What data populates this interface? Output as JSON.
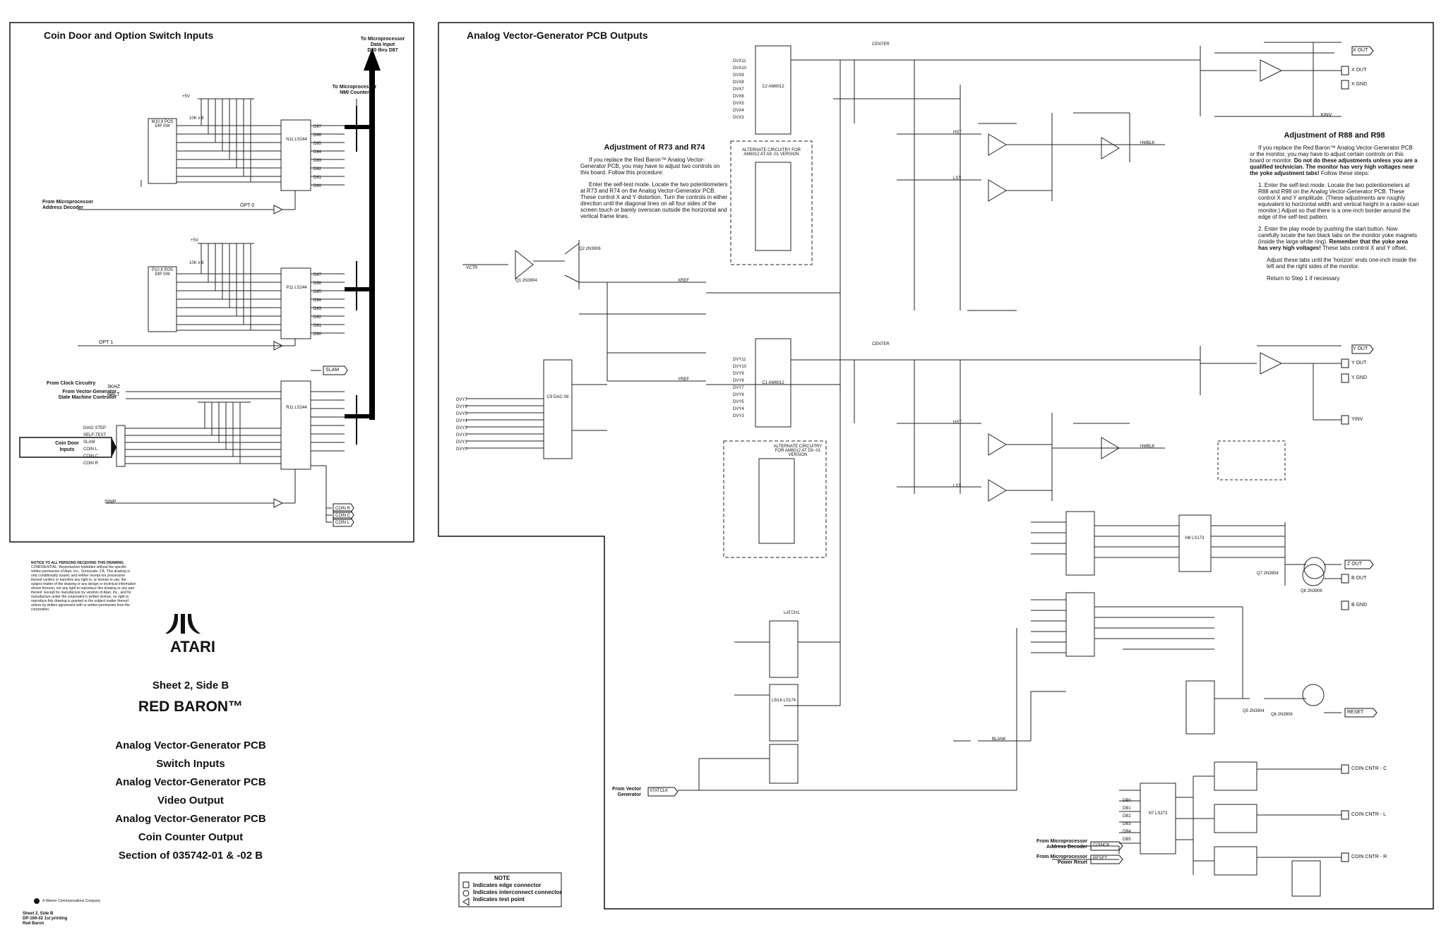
{
  "left_panel": {
    "title": "Coin Door and Option Switch Inputs",
    "to_data_input": [
      "To Microprocessor",
      "Data Input",
      "D80 thru D87"
    ],
    "to_nmi": [
      "To Microprocessor",
      "NMI Counter"
    ],
    "from_address_decoder": [
      "From Microprocessor",
      "Address Decoder"
    ],
    "from_clock": "From Clock Circuitry",
    "from_state_machine": [
      "From Vector-Generator",
      "State Machine Controller"
    ],
    "coin_door_inputs": [
      "Coin Door",
      "Inputs"
    ],
    "signals": {
      "opt0": "OPT 0",
      "opt1": "OPT 1",
      "sinp": "SINP",
      "three_khz": "3KHZ",
      "halt": "HALT",
      "slam": "SLAM",
      "coin_lines": [
        "COIN R",
        "COIN C",
        "COIN L"
      ],
      "diag_inputs": [
        "DIAG STEP",
        "SELF-TEST",
        "SLAM",
        "COIN L",
        "COIN C",
        "COIN R"
      ],
      "data_outputs": [
        "D87",
        "D86",
        "D85",
        "D84",
        "D83",
        "D82",
        "D81",
        "D80"
      ]
    },
    "chip_labels": [
      "N11 LS244",
      "P11 LS244",
      "R11 LS244"
    ],
    "switch_labels": [
      "M10 8 POS DIP SW",
      "P10 8 POS DIP SW"
    ],
    "resistor_label": "10K x 8",
    "supply": "+5V"
  },
  "legal": {
    "notice_heading": "NOTICE TO ALL PERSONS RECEIVING THIS DRAWING",
    "notice_body": "CONFIDENTIAL: Reproduction forbidden without the specific written permission of Atari, Inc., Sunnyvale, CA. This drawing is only conditionally issued, and neither receipt nor possession thereof confers or transfers any right in, or license to use, the subject matter of the drawing or any design or technical information shown thereon, nor any right to reproduce this drawing or any part thereof. Except for manufacture by vendors of Atari, Inc., and for manufacture under the corporation's written license, no right to reproduce this drawing is granted or the subject matter thereof unless by written agreement with or written permission from the corporation."
  },
  "title_block": {
    "brand": "ATARI",
    "sheet": "Sheet 2, Side B",
    "game": "RED BARON™",
    "sections": [
      "Analog Vector-Generator PCB",
      "Switch Inputs",
      "Analog Vector-Generator PCB",
      "Video Output",
      "Analog Vector-Generator PCB",
      "Coin Counter Output",
      "Section of 035742-01 & -02   B"
    ],
    "company": "A Warner Communications Company",
    "footer": [
      "Sheet 2, Side B",
      "DP-169-02   1st printing",
      "Red Baron"
    ]
  },
  "right_panel": {
    "title": "Analog Vector-Generator PCB Outputs",
    "adj_r73": {
      "heading": "Adjustment of R73 and R74",
      "p1": "If you replace the Red Baron™ Analog Vector-Generator PCB, you may have to adjust two controls on this board. Follow this procedure:",
      "p2": "Enter the self-test mode. Locate the two potentiometers at R73 and R74 on the Analog Vector-Generator PCB. These control X and Y distortion. Turn the controls in either direction until the diagonal lines on all four sides of the screen touch or barely overscan outside the horizontal and vertical frame lines."
    },
    "adj_r88": {
      "heading": "Adjustment of R88 and R98",
      "p1": "If you replace the Red Baron™ Analog Vector-Generator PCB or the monitor, you may have to adjust certain controls on this board or monitor.",
      "p1_bold": "Do not do these adjustments unless you are a qualified technician. The monitor has very high voltages near the yoke adjustment tabs!",
      "p1_end": "Follow these steps:",
      "step1": "Enter the self-test mode. Locate the two potentiometers at R88 and R98 on the Analog Vector-Generator PCB. These control X and Y amplitude. (These adjustments are roughly equivalent to horizontal width and vertical height in a raster-scan monitor.) Adjust so that there is a one-inch border around the edge of the self-test pattern.",
      "step2a": "Enter the play mode by pushing the start button. Now carefully locate the two black tabs on the monitor yoke magnets (inside the large white ring).",
      "step2_bold": "Remember that the yoke area has very high voltages!",
      "step2b": "These tabs control X and Y offset.",
      "step2c": "Adjust these tabs until the 'horizon' ends one-inch inside the left and the right sides of the monitor.",
      "step2d": "Return to Step 1 if necessary."
    },
    "outputs": {
      "xout": "X OUT",
      "xgnd": "X GND",
      "xinv": "XINV",
      "yout": "Y OUT",
      "ygnd": "Y GND",
      "yinv": "YINV",
      "zout": "Z OUT",
      "bout": "B OUT",
      "bgnd": "B GND",
      "reset": "RESET",
      "coin_cntr_c": "COIN CNTR - C",
      "coin_cntr_l": "COIN CNTR - L",
      "coin_cntr_r": "COIN CNTR - R"
    },
    "signals": {
      "center": "CENTER",
      "hst": "HST",
      "lst": "LST",
      "vctr": "VCTR",
      "xref": "XREF",
      "yref": "YREF",
      "blank": "BLANK",
      "latch1": "LATCH1",
      "statclk": "STATCLK",
      "coinck": "COINCK",
      "reset": "RESET",
      "hmblk": "HMBLK"
    },
    "chips": [
      "C9 DAC-08",
      "C2 AM6012",
      "C1 AM6012",
      "L5/L6 LS174",
      "H8 LS173",
      "N7 LS273"
    ],
    "alternate_boxes": [
      "ALTERNATE CIRCUITRY FOR AM6012 AT A9 -01 VERSION",
      "ALTERNATE CIRCUITRY FOR AM6012 AT D9 -01 VERSION"
    ],
    "from_vector_generator": [
      "From Vector",
      "Generator"
    ],
    "from_address_decoder": [
      "From Microprocessor",
      "Address Decoder"
    ],
    "from_power_reset": [
      "From Microprocessor",
      "Power Reset"
    ],
    "dac_inputs": [
      "DVY7",
      "DVY6",
      "DVY5",
      "DVY4",
      "DVY3",
      "DVY2",
      "DVY1",
      "DVY0"
    ],
    "x_inputs": [
      "DVX11",
      "DVX10",
      "DVX9",
      "DVX8",
      "DVX7",
      "DVX6",
      "DVX5",
      "DVX4",
      "DVX3"
    ],
    "y_inputs": [
      "DVY11",
      "DVY10",
      "DVY9",
      "DVY8",
      "DVY7",
      "DVY6",
      "DVY5",
      "DVY4",
      "DVY3"
    ],
    "db_inputs": [
      "DB0",
      "DB1",
      "DB2",
      "DB3",
      "DB4",
      "DB5"
    ],
    "transistors": [
      "Q1 2N3904",
      "Q2 2N3906",
      "Q5 2N3904",
      "Q6 2N3906",
      "Q7 2N3904",
      "Q8 2N3906"
    ]
  },
  "note": {
    "title": "NOTE",
    "items": [
      "Indicates edge connector",
      "Indicates interconnect connector",
      "Indicates test point"
    ]
  }
}
